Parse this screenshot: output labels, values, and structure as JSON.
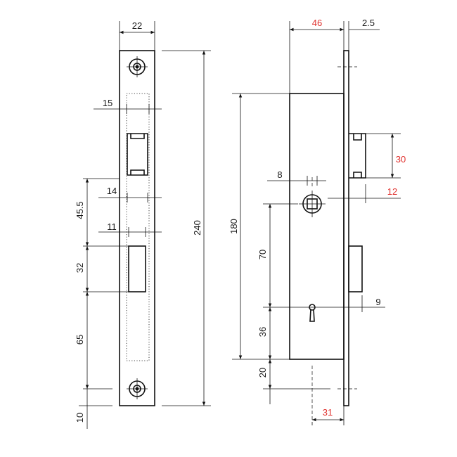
{
  "drawing": {
    "front_view": {
      "width_label": "22",
      "height_label": "240",
      "dim_15": "15",
      "dim_14": "14",
      "dim_11": "11",
      "dim_45_5": "45.5",
      "dim_32": "32",
      "dim_65": "65",
      "dim_10": "10"
    },
    "side_view": {
      "dim_46": "46",
      "dim_2_5": "2.5",
      "dim_180": "180",
      "dim_8": "8",
      "dim_30": "30",
      "dim_12": "12",
      "dim_70": "70",
      "dim_9": "9",
      "dim_36": "36",
      "dim_20": "20",
      "dim_31": "31"
    },
    "colors": {
      "line": "#111111",
      "text": "#1a1a1a",
      "highlight": "#e0322f"
    }
  }
}
